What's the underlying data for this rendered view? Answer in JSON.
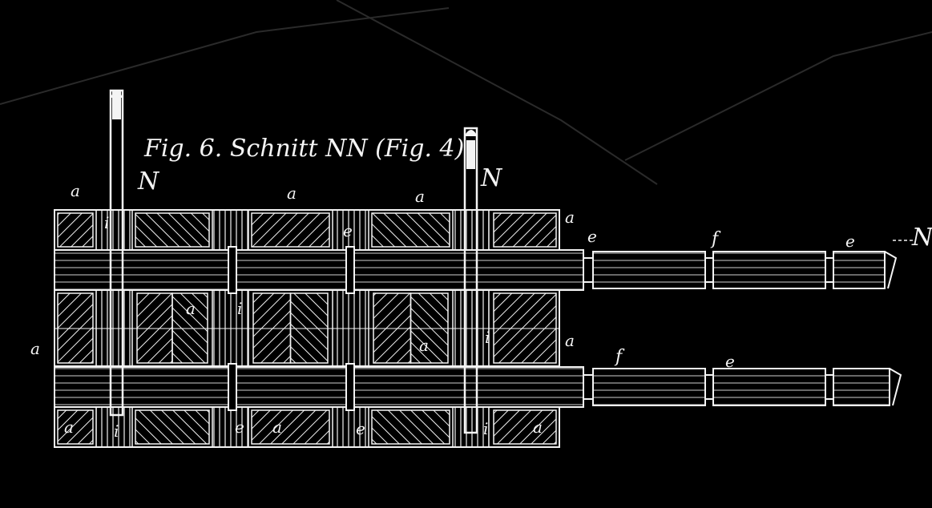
{
  "figure": {
    "title": "Fig. 6. Schnitt NN (Fig. 4).",
    "colors": {
      "background": "#000000",
      "ink": "#f4f4f4"
    },
    "labels": {
      "a": "a",
      "e": "e",
      "f": "f",
      "i": "i",
      "N": "N"
    }
  }
}
